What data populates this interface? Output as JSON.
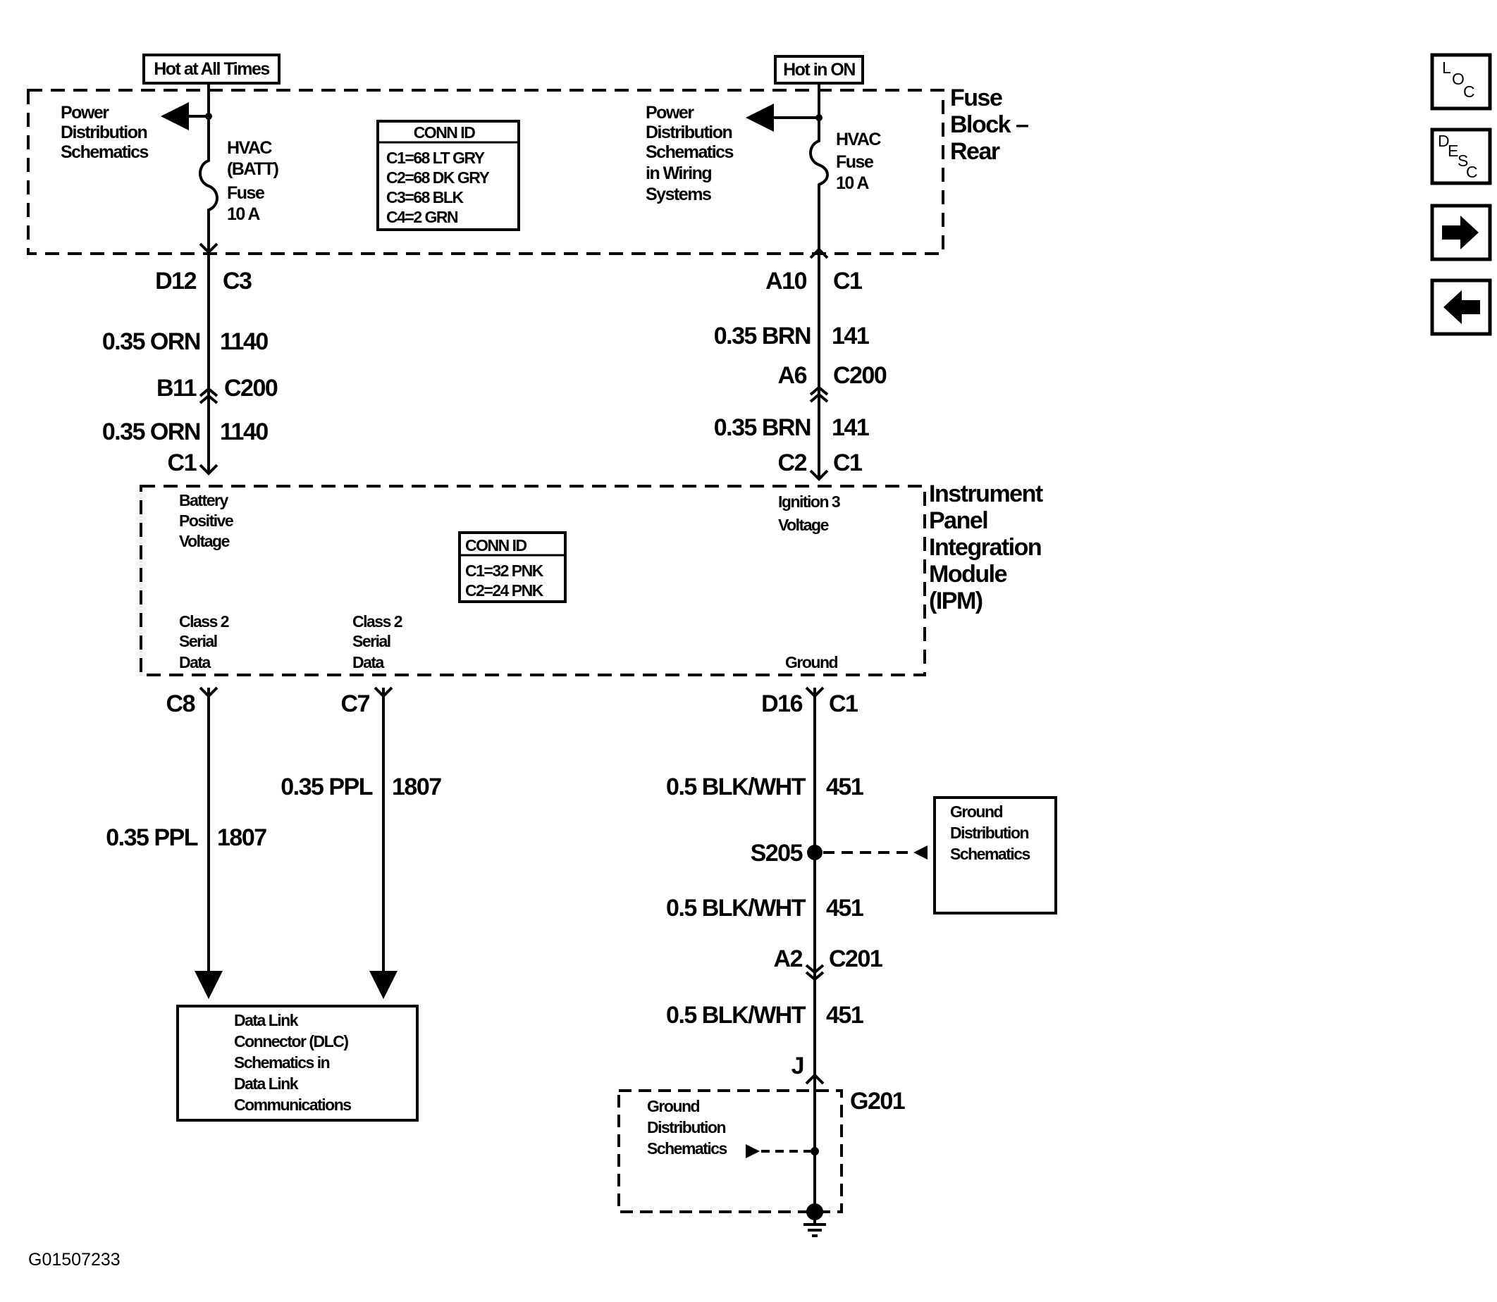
{
  "power_labels": {
    "hot_at_all_times": "Hot at All Times",
    "hot_in_on": "Hot in ON"
  },
  "fuse_block": {
    "title_lines": [
      "Fuse",
      "Block –",
      "Rear"
    ],
    "left_ref_lines": [
      "Power",
      "Distribution",
      "Schematics"
    ],
    "left_fuse_lines": [
      "HVAC",
      "(BATT)",
      "Fuse",
      "10 A"
    ],
    "right_ref_lines": [
      "Power",
      "Distribution",
      "Schematics",
      "in Wiring",
      "Systems"
    ],
    "right_fuse_lines": [
      "HVAC",
      "Fuse",
      "10 A"
    ],
    "conn_id": {
      "title": "CONN ID",
      "rows": [
        "C1=68 LT GRY",
        "C2=68 DK GRY",
        "C3=68 BLK",
        "C4=2 GRN"
      ]
    }
  },
  "ipm": {
    "title_lines": [
      "Instrument",
      "Panel",
      "Integration",
      "Module",
      "(IPM)"
    ],
    "battery_lines": [
      "Battery",
      "Positive",
      "Voltage"
    ],
    "ignition_lines": [
      "Ignition 3",
      "Voltage"
    ],
    "class2_a_lines": [
      "Class 2",
      "Serial",
      "Data"
    ],
    "class2_b_lines": [
      "Class 2",
      "Serial",
      "Data"
    ],
    "ground": "Ground",
    "conn_id": {
      "title": "CONN ID",
      "rows": [
        "C1=32 PNK",
        "C2=24 PNK"
      ]
    }
  },
  "circuits": {
    "left_battery": {
      "top_pin": "D12",
      "top_conn": "C3",
      "wire1": "0.35 ORN",
      "circ1": "1140",
      "mid_pin": "B11",
      "mid_conn": "C200",
      "wire2": "0.35 ORN",
      "circ2": "1140",
      "bottom_conn": "C1"
    },
    "right_ignition": {
      "top_pin": "A10",
      "top_conn": "C1",
      "wire1": "0.35 BRN",
      "circ1": "141",
      "mid_pin": "A6",
      "mid_conn": "C200",
      "wire2": "0.35 BRN",
      "circ2": "141",
      "bottom_pin": "C2",
      "bottom_conn": "C1"
    },
    "data_c8": {
      "pin": "C8",
      "wire": "0.35 PPL",
      "circ": "1807"
    },
    "data_c7": {
      "pin": "C7",
      "wire": "0.35 PPL",
      "circ": "1807"
    },
    "ground": {
      "top_pin": "D16",
      "top_conn": "C1",
      "wire1": "0.5 BLK/WHT",
      "circ1": "451",
      "splice": "S205",
      "wire2": "0.5 BLK/WHT",
      "circ2": "451",
      "mid_pin": "A2",
      "mid_conn": "C201",
      "wire3": "0.5 BLK/WHT",
      "circ3": "451",
      "ground_pin": "J",
      "ground_id": "G201"
    }
  },
  "ref_boxes": {
    "dlc_lines": [
      "Data Link",
      "Connector (DLC)",
      "Schematics in",
      "Data Link",
      "Communications"
    ],
    "ground_dist_lines": [
      "Ground",
      "Distribution",
      "Schematics"
    ],
    "g201_ref_lines": [
      "Ground",
      "Distribution",
      "Schematics"
    ]
  },
  "figure_id": "G01507233",
  "nav": {
    "loc": [
      "L",
      "O",
      "C"
    ],
    "desc": [
      "D",
      "E",
      "S",
      "C"
    ],
    "forward_icon": "arrow-right-icon",
    "back_icon": "arrow-left-icon"
  }
}
